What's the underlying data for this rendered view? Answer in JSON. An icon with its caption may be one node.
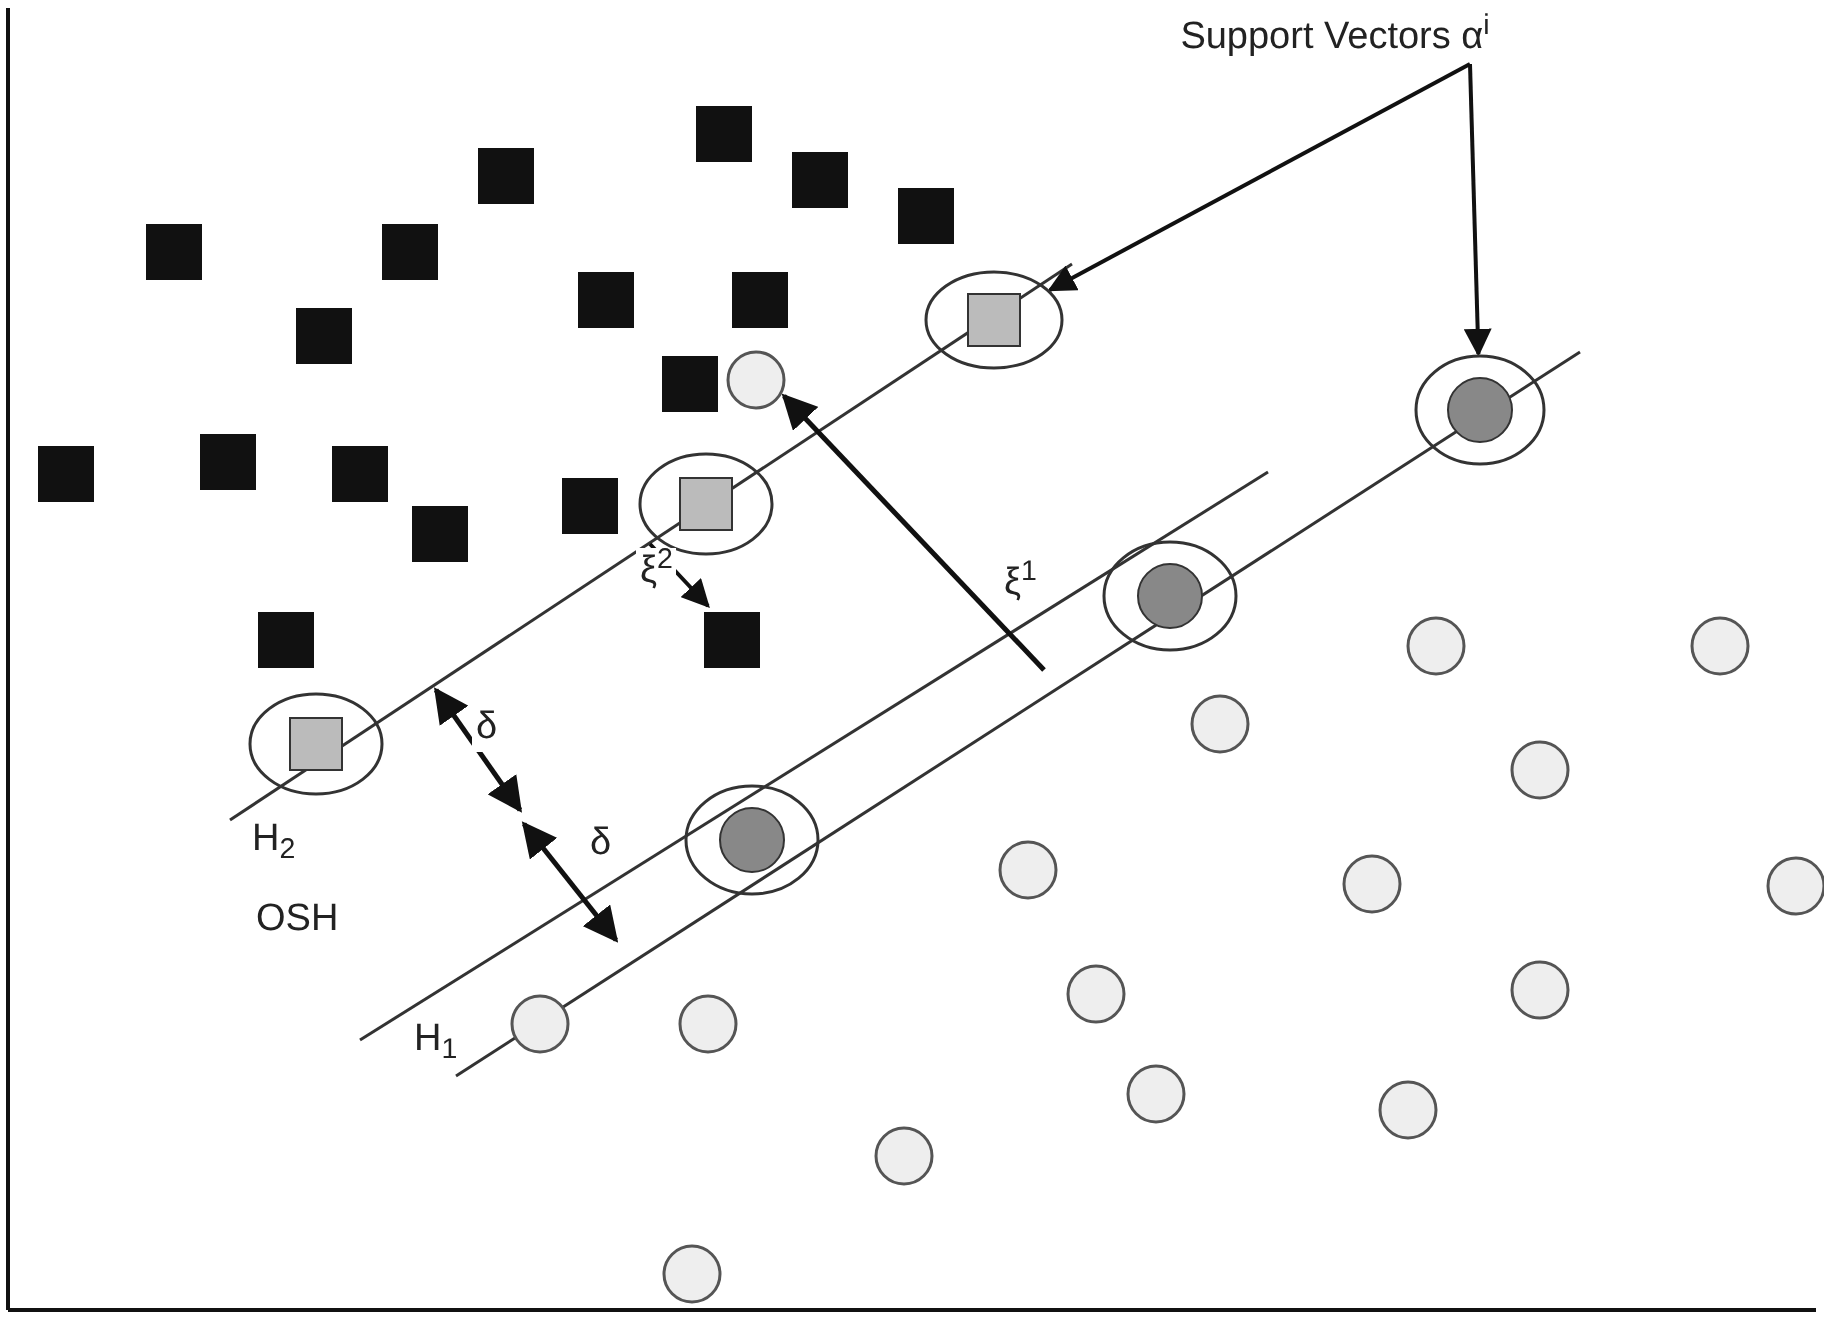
{
  "diagram": {
    "nodes": [
      {
        "text": [
          "Support Vectors α$^{i}$"
        ]
      },
      {
        "text": [],
        "shape": "box"
      },
      {
        "text": [],
        "shape": "circle"
      }
    ],
    "edges": [
      {
        "from": 0,
        "to": 1,
        "arrow": "to"
      },
      {
        "from": 0,
        "to": 2,
        "arrow": "to"
      }
    ],
    "labels": [
      "ξ$^{2}$",
      "ξ$^{1}$",
      "δ",
      "H$_{2}$",
      "δ",
      "OSH",
      "H$_{1}$"
    ]
  }
}
